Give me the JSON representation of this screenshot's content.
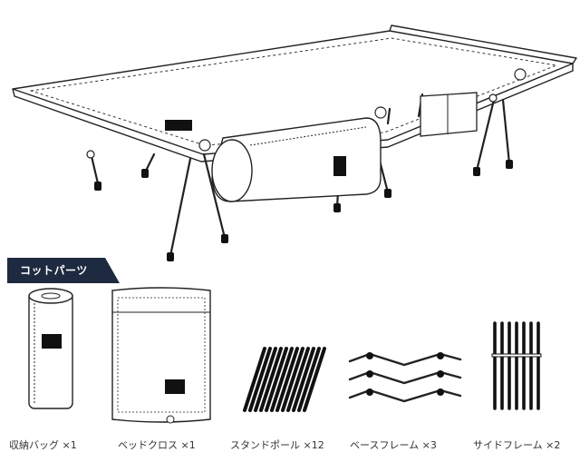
{
  "section_title": "コットパーツ",
  "parts": [
    {
      "label": "収納バッグ ×1",
      "icon": "storage-bag-icon"
    },
    {
      "label": "ベッドクロス ×1",
      "icon": "bed-cloth-icon"
    },
    {
      "label": "スタンドポール ×12",
      "icon": "stand-pole-icon"
    },
    {
      "label": "ベースフレーム ×3",
      "icon": "base-frame-icon"
    },
    {
      "label": "サイドフレーム ×2",
      "icon": "side-frame-icon"
    }
  ],
  "colors": {
    "tag_background": "#1d2a3f",
    "line": "#222222"
  }
}
